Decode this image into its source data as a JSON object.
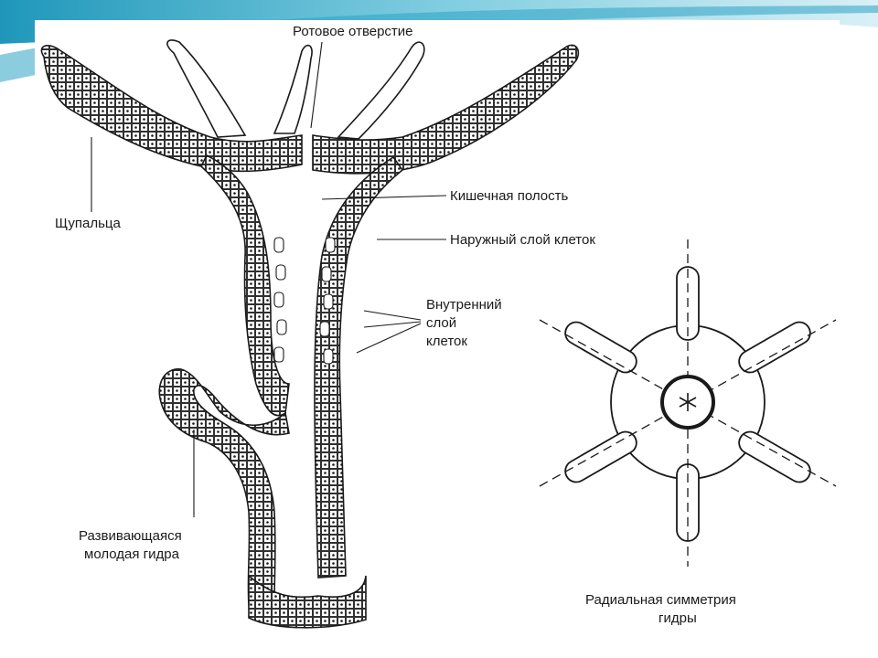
{
  "colors": {
    "slide_teal": "#2ea3c4",
    "slide_teal_light": "#b9e3ee",
    "ink": "#1a1a1a",
    "paper": "#ffffff"
  },
  "labels": {
    "mouth": "Ротовое отверстие",
    "gut_cavity": "Кишечная полость",
    "outer_layer": "Наружный слой клеток",
    "inner_layer_line1": "Внутренний",
    "inner_layer_line2": "слой",
    "inner_layer_line3": "клеток",
    "tentacles": "Щупальца",
    "bud_line1": "Развивающаяся",
    "bud_line2": "молодая гидра",
    "symmetry_line1": "Радиальная симметрия",
    "symmetry_line2": "гидры"
  }
}
